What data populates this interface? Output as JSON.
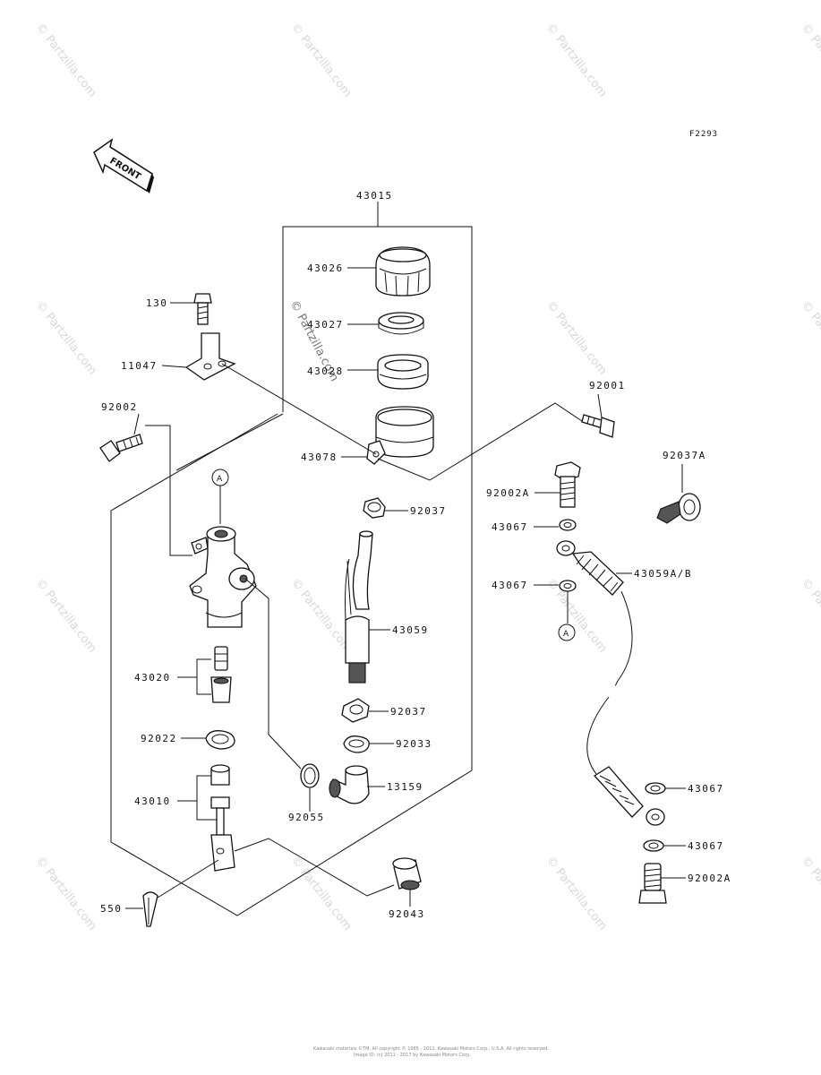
{
  "diagram": {
    "code": "F2293",
    "front": "FRONT",
    "watermark": "© Partzilla.com",
    "copyright": "Kawasaki materials ©TM. All copyright © 1985 - 2011, Kawasaki Motors Corp., U.S.A. All rights reserved.",
    "copyright2": "Image ID: (c) 2011 - 2017 by Kawasaki Motors Corp.",
    "parts": {
      "p43015": "43015",
      "p43026": "43026",
      "p43027": "43027",
      "p43028": "43028",
      "p130": "130",
      "p11047": "11047",
      "p92002": "92002",
      "p43078": "43078",
      "p92001": "92001",
      "p92037a": "92037A",
      "p92002a_top": "92002A",
      "p43067_1": "43067",
      "p43059ab": "43059A/B",
      "p43067_2": "43067",
      "p92037_top": "92037",
      "p43059": "43059",
      "p43020": "43020",
      "p92037_bottom": "92037",
      "p92022": "92022",
      "p92033": "92033",
      "p43010": "43010",
      "p13159": "13159",
      "p92055": "92055",
      "p43067_3": "43067",
      "p43067_4": "43067",
      "p92002a_bottom": "92002A",
      "p550": "550",
      "p92043": "92043",
      "markerA_top": "A",
      "markerA_mid": "A"
    }
  }
}
